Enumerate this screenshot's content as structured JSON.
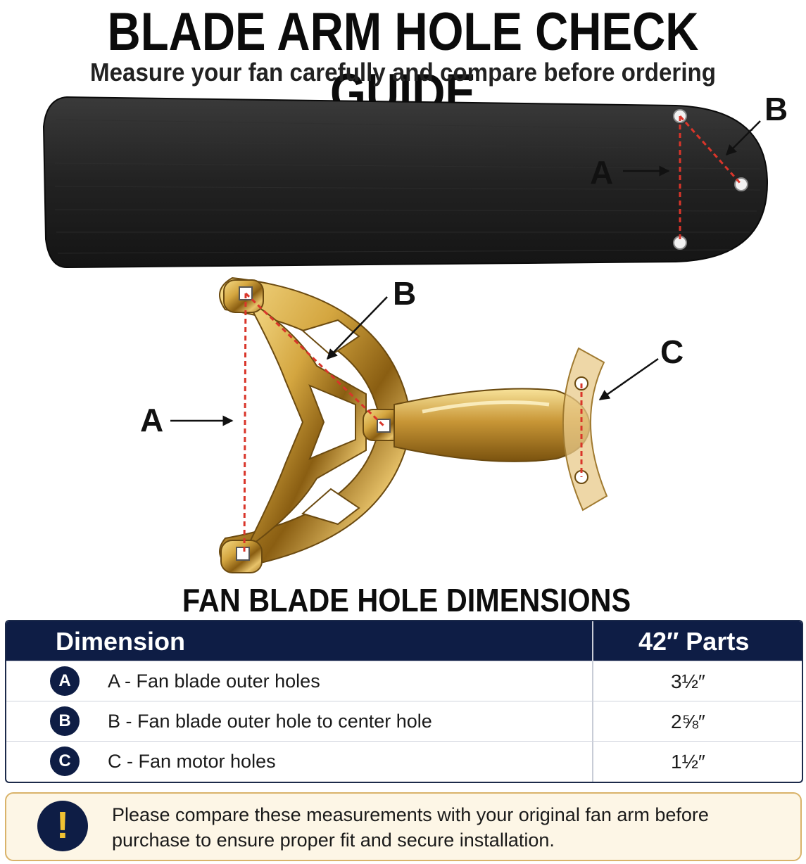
{
  "header": {
    "title": "BLADE ARM HOLE CHECK GUIDE",
    "subtitle": "Measure your fan carefully and compare before ordering"
  },
  "blade_callouts": {
    "a": "A",
    "b": "B"
  },
  "arm_callouts": {
    "a": "A",
    "b": "B",
    "c": "C"
  },
  "colors": {
    "blade": "#222222",
    "brass": "#d4a640",
    "dash": "#d9352a",
    "navy": "#0e1d45",
    "note_border": "#d9b36a",
    "note_bg": "#fdf6e6"
  },
  "dimensions": {
    "title": "FAN BLADE HOLE DIMENSIONS",
    "headers": {
      "dimension": "Dimension",
      "value": "42″ Parts"
    },
    "rows": [
      {
        "badge": "A",
        "label": "A - Fan blade outer holes",
        "value": "3½″"
      },
      {
        "badge": "B",
        "label": "B - Fan blade outer hole to center hole",
        "value": "2⅝″"
      },
      {
        "badge": "C",
        "label": "C - Fan motor holes",
        "value": "1½″"
      }
    ]
  },
  "note": {
    "icon": "exclamation-icon",
    "text": "Please compare these measurements with your original fan arm before purchase to ensure proper fit and secure installation."
  }
}
